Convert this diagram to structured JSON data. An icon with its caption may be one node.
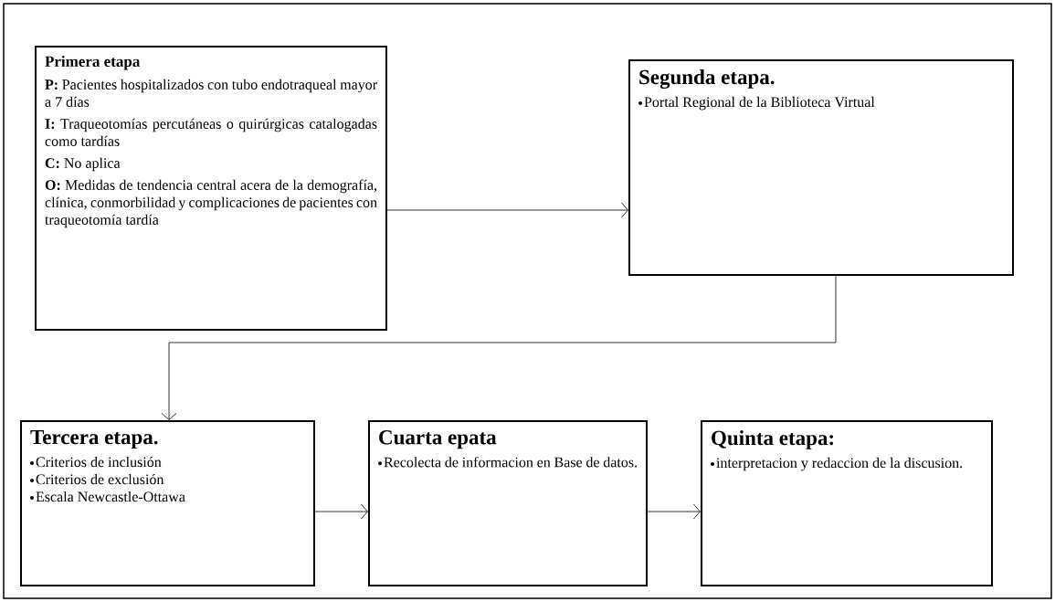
{
  "diagram": {
    "nodes": [
      {
        "text": [
          "Primera etapa",
          "**P:** Pacientes hospitalizados con tubo endotraqueal mayor a 7 días",
          "**I:** Traqueotomías percutáneas o quirúrgicas catalogadas como tardías",
          "**C:** No aplica",
          "**O:** Medidas de tendencia central acera de la demografía, clínica, conmorbilidad y complicaciones de pacientes con traqueotomía tardía"
        ]
      },
      {
        "text": [
          "Segunda etapa.",
          "Portal Regional de la Biblioteca Virtual"
        ]
      },
      {
        "text": [
          "Tercera etapa.",
          "Criterios de inclusión",
          "Criterios de exclusión",
          "Escala Newcastle-Ottawa"
        ]
      },
      {
        "text": [
          "Cuarta epata",
          "Recolecta de informacion en Base de datos."
        ]
      },
      {
        "text": [
          "Quinta etapa:",
          "interpretacion y redaccion de la discusion."
        ]
      }
    ],
    "edges": [
      {
        "from": 0,
        "to": 1,
        "arrow": "to"
      },
      {
        "from": 1,
        "to": 2,
        "arrow": "to"
      },
      {
        "from": 2,
        "to": 3,
        "arrow": "to"
      },
      {
        "from": 3,
        "to": 4,
        "arrow": "to"
      }
    ]
  }
}
